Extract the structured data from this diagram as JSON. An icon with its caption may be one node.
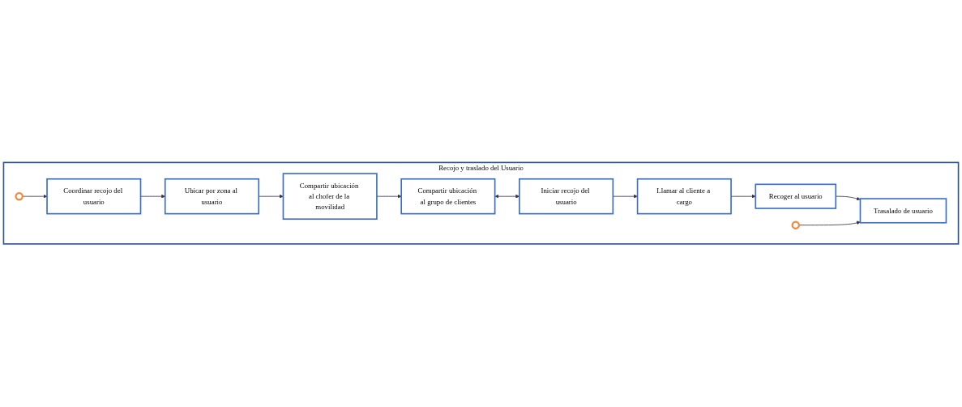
{
  "diagram": {
    "nodes": [
      {
        "text": [
          "Recojo y traslado del Usuario"
        ]
      },
      {
        "text": [],
        "shape": "circle",
        "in": 0
      },
      {
        "text": [
          "Coordinar recojo del usuario"
        ],
        "in": 0
      },
      {
        "text": [
          "Ubicar por zona al usuario"
        ],
        "in": 0
      },
      {
        "text": [
          "Compartir ubicación al chofer de la movilidad"
        ],
        "in": 0
      },
      {
        "text": [
          "Compartir ubicación al grupo de clientes"
        ],
        "in": 0
      },
      {
        "text": [
          "Iniciar recojo del usuario"
        ],
        "in": 0
      },
      {
        "text": [
          "Llamar al cliente a cargo"
        ],
        "in": 0
      },
      {
        "text": [
          "Recoger al usuario"
        ],
        "in": 0
      },
      {
        "text": [
          "Trasalado de usuario"
        ],
        "in": 0
      },
      {
        "text": [],
        "shape": "circle",
        "in": 0
      }
    ],
    "edges": [
      {
        "from": 1,
        "to": 2,
        "arrow": "to"
      },
      {
        "from": 2,
        "to": 3,
        "arrow": "to"
      },
      {
        "from": 3,
        "to": 4,
        "arrow": "to"
      },
      {
        "from": 4,
        "to": 5,
        "arrow": "to"
      },
      {
        "from": 5,
        "to": 6,
        "arrow": "both"
      },
      {
        "from": 6,
        "to": 7,
        "arrow": "to"
      },
      {
        "from": 7,
        "to": 8,
        "arrow": "to"
      },
      {
        "from": 8,
        "to": 9,
        "arrow": "to"
      },
      {
        "from": 10,
        "to": 9,
        "arrow": "to"
      }
    ]
  }
}
